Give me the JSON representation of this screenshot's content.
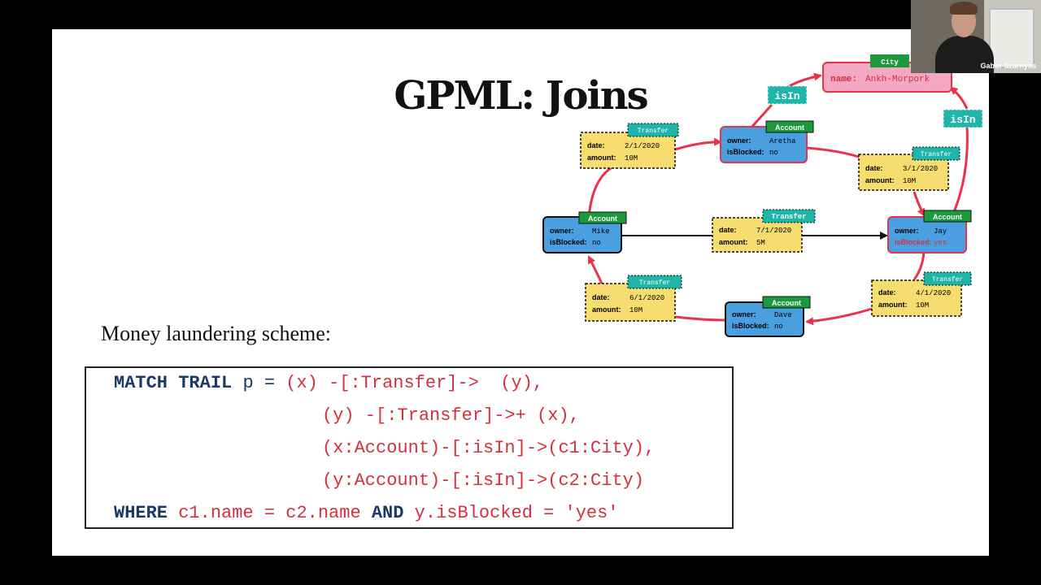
{
  "slide": {
    "title": "GPML: Joins",
    "subtitle": "Money laundering scheme:"
  },
  "query": {
    "line1": {
      "kw1": "MATCH",
      "kw2": "TRAIL",
      "var": "p =",
      "pat": "(x) -[:Transfer]->  (y),"
    },
    "line2": {
      "pat": "(y) -[:Transfer]->+ (x),"
    },
    "line3": {
      "pat": "(x:Account)-[:isIn]->(c1:City),"
    },
    "line4": {
      "pat": "(y:Account)-[:isIn]->(c2:City)"
    },
    "line5": {
      "kw1": "WHERE",
      "cond1": "c1.name = c2.name",
      "kw2": "AND",
      "cond2": "y.isBlocked = 'yes'"
    }
  },
  "graph": {
    "city": {
      "label": "City",
      "name_key": "name:",
      "name_val": "Ankh-Morpork"
    },
    "isIn_label": "isIn",
    "accounts": [
      {
        "id": "mike",
        "label": "Account",
        "owner_key": "owner:",
        "owner": "Mike",
        "blocked_key": "isBlocked:",
        "blocked": "no"
      },
      {
        "id": "aretha",
        "label": "Account",
        "owner_key": "owner:",
        "owner": "Aretha",
        "blocked_key": "isBlocked:",
        "blocked": "no"
      },
      {
        "id": "jay",
        "label": "Account",
        "owner_key": "owner:",
        "owner": "Jay",
        "blocked_key": "isBlocked:",
        "blocked": "yes"
      },
      {
        "id": "dave",
        "label": "Account",
        "owner_key": "owner:",
        "owner": "Dave",
        "blocked_key": "isBlocked:",
        "blocked": "no"
      }
    ],
    "transfers": [
      {
        "id": "t1",
        "label": "Transfer",
        "date_key": "date:",
        "date": "2/1/2020",
        "amount_key": "amount:",
        "amount": "10M"
      },
      {
        "id": "t2",
        "label": "Transfer",
        "date_key": "date:",
        "date": "3/1/2020",
        "amount_key": "amount:",
        "amount": "10M"
      },
      {
        "id": "t3",
        "label": "Transfer",
        "date_key": "date:",
        "date": "7/1/2020",
        "amount_key": "amount:",
        "amount": "5M"
      },
      {
        "id": "t4",
        "label": "Transfer",
        "date_key": "date:",
        "date": "4/1/2020",
        "amount_key": "amount:",
        "amount": "10M"
      },
      {
        "id": "t5",
        "label": "Transfer",
        "date_key": "date:",
        "date": "6/1/2020",
        "amount_key": "amount:",
        "amount": "10M"
      }
    ]
  },
  "colors": {
    "account_fill": "#4a9fe0",
    "account_label": "#1a9a3a",
    "transfer_fill": "#f7dc6f",
    "isin_fill": "#1fb5a8",
    "city_fill": "#f4a8c4",
    "edge_red": "#e8334a",
    "edge_black": "#111111"
  },
  "webcam": {
    "name": "Gabor Szarnyas"
  }
}
